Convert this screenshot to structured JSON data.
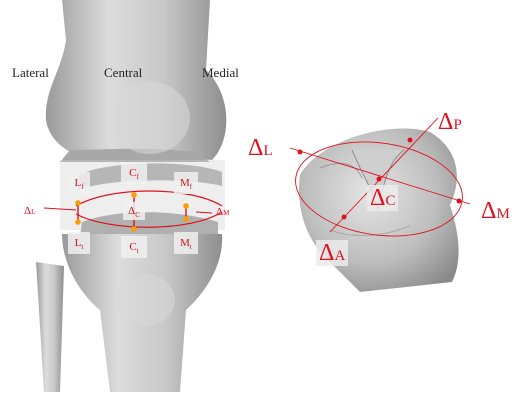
{
  "left_view": {
    "labels": {
      "lateral": "Lateral",
      "central": "Central",
      "medial": "Medial"
    },
    "femoral_points": [
      {
        "main": "L",
        "sub": "f"
      },
      {
        "main": "C",
        "sub": "f"
      },
      {
        "main": "M",
        "sub": "f"
      }
    ],
    "tibial_points": [
      {
        "main": "L",
        "sub": "t"
      },
      {
        "main": "C",
        "sub": "t"
      },
      {
        "main": "M",
        "sub": "t"
      }
    ],
    "gaps": {
      "lateral": {
        "main": "Δ",
        "sub": "L"
      },
      "central": {
        "main": "Δ",
        "sub": "C"
      },
      "medial": {
        "main": "Δ",
        "sub": "M"
      }
    }
  },
  "right_view": {
    "deltas": {
      "L": {
        "main": "Δ",
        "sub": "L"
      },
      "P": {
        "main": "Δ",
        "sub": "P"
      },
      "C": {
        "main": "Δ",
        "sub": "C"
      },
      "M": {
        "main": "Δ",
        "sub": "M"
      },
      "A": {
        "main": "Δ",
        "sub": "A"
      }
    }
  },
  "colors": {
    "annotation": "#e0101e",
    "marker": "#f5a000",
    "bone": "#bdbdbd"
  }
}
